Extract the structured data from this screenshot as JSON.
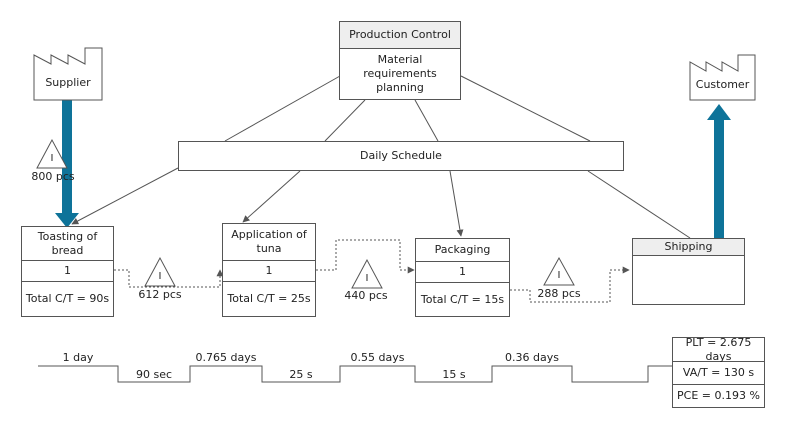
{
  "production_control": {
    "title": "Production Control",
    "body": "Material requirements planning"
  },
  "daily_schedule": "Daily Schedule",
  "supplier": "Supplier",
  "customer": "Customer",
  "processes": [
    {
      "name": "Toasting of bread",
      "operators": "1",
      "cycle_time": "Total C/T = 90s"
    },
    {
      "name": "Application of tuna",
      "operators": "1",
      "cycle_time": "Total C/T = 25s"
    },
    {
      "name": "Packaging",
      "operators": "1",
      "cycle_time": "Total C/T = 15s"
    }
  ],
  "shipping": "Shipping",
  "inventories": {
    "supplier": "800 pcs",
    "after_toasting": "612 pcs",
    "after_tuna": "440 pcs",
    "after_packaging": "288 pcs"
  },
  "inventory_icon_letter": "I",
  "timeline": {
    "waits": [
      "1 day",
      "0.765 days",
      "0.55 days",
      "0.36 days"
    ],
    "process_times": [
      "90 sec",
      "25 s",
      "15 s"
    ]
  },
  "summary": {
    "plt": "PLT = 2.675 days",
    "va_t": "VA/T = 130 s",
    "pce": "PCE = 0.193 %"
  },
  "colors": {
    "shipment_arrow": "#0e7399",
    "line": "#555555",
    "header_fill": "#eeeeee"
  }
}
